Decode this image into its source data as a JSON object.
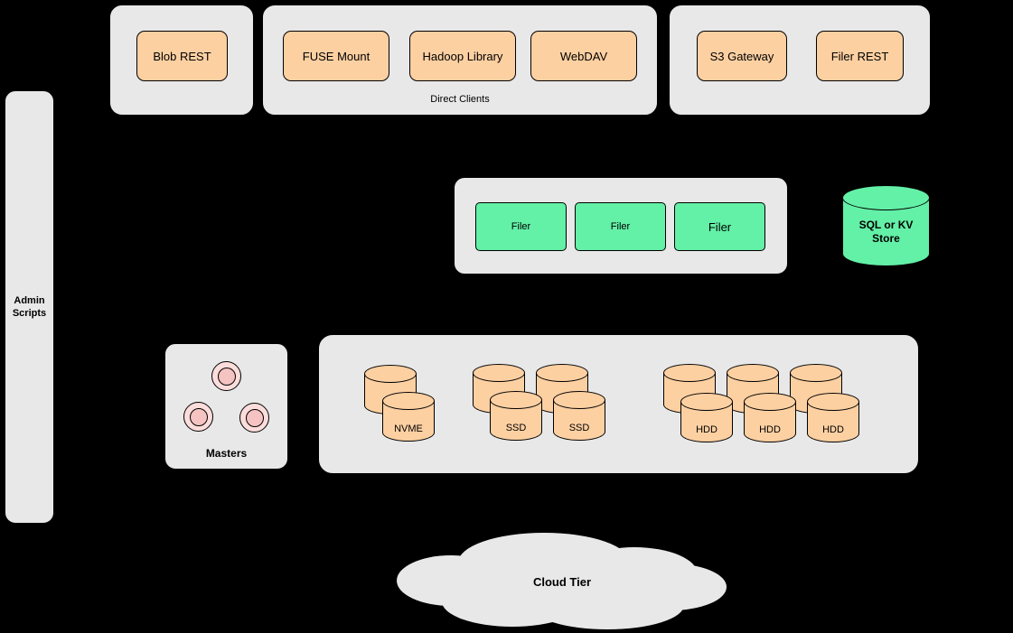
{
  "colors": {
    "background": "#000000",
    "panel_fill": "#e8e8e8",
    "node_orange": "#fdd0a2",
    "node_green": "#63f0a7",
    "node_pink": "#fbdddb",
    "node_pink_inner": "#f5c3c1",
    "stroke": "#000000"
  },
  "top_row": {
    "blob_group": {
      "buttons": [
        {
          "label": "Blob REST"
        }
      ]
    },
    "direct_clients_group": {
      "caption": "Direct Clients",
      "buttons": [
        {
          "label": "FUSE Mount"
        },
        {
          "label": "Hadoop Library"
        },
        {
          "label": "WebDAV"
        }
      ]
    },
    "gateway_group": {
      "buttons": [
        {
          "label": "S3 Gateway"
        },
        {
          "label": "Filer REST"
        }
      ]
    }
  },
  "admin_panel": {
    "label": "Admin Scripts"
  },
  "filer_group": {
    "servers": [
      {
        "label": "Filer"
      },
      {
        "label": "Filer"
      },
      {
        "label": "Filer"
      }
    ]
  },
  "metadata_store": {
    "label": "SQL or KV Store"
  },
  "masters_group": {
    "caption": "Masters",
    "node_count": 3
  },
  "volume_group": {
    "nvme_labels": [
      "NVME"
    ],
    "ssd_labels": [
      "SSD",
      "SSD"
    ],
    "hdd_labels": [
      "HDD",
      "HDD",
      "HDD"
    ]
  },
  "cloud": {
    "label": "Cloud Tier"
  }
}
